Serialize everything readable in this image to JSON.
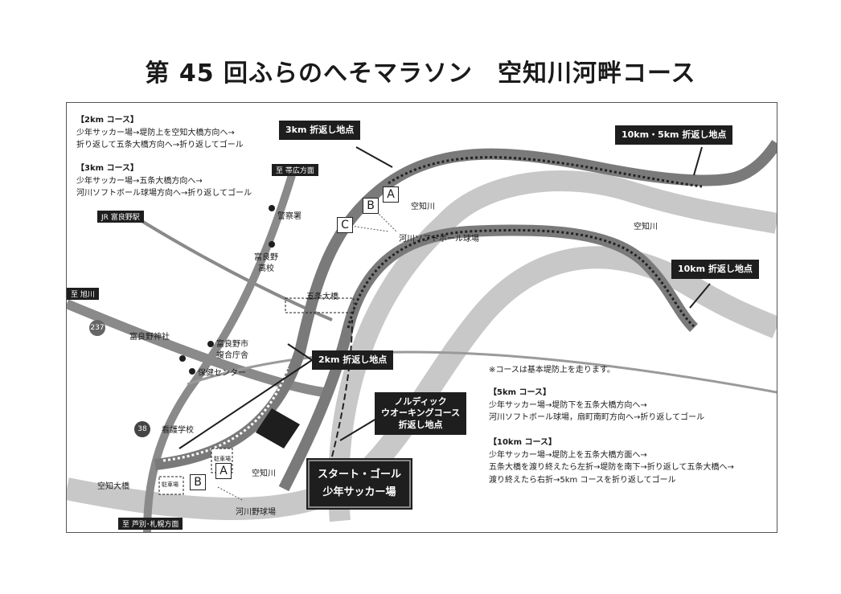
{
  "title": "第 45 回ふらのへそマラソン　空知川河畔コース",
  "courses": {
    "km2": {
      "heading": "【2km コース】",
      "lines": [
        "少年サッカー場→堤防上を空知大橋方向へ→",
        "折り返して五条大橋方向へ→折り返してゴール"
      ]
    },
    "km3": {
      "heading": "【3km コース】",
      "lines": [
        "少年サッカー場→五条大橋方向へ→",
        "河川ソフトボール球場方向へ→折り返してゴール"
      ]
    },
    "note": "※コースは基本堤防上を走ります。",
    "km5": {
      "heading": "【5km コース】",
      "lines": [
        "少年サッカー場→堤防下を五条大橋方向へ→",
        "河川ソフトボール球場，扇町南町方向へ→折り返してゴール"
      ]
    },
    "km10": {
      "heading": "【10km コース】",
      "lines": [
        "少年サッカー場→堤防上を五条大橋方面へ→",
        "五条大橋を渡り終えたら左折→堤防を南下→折り返して五条大橋へ→",
        "渡り終えたら右折→5km コースを折り返してゴール"
      ]
    }
  },
  "callouts": {
    "turn3": "3km 折返し地点",
    "turn10_5": "10km・5km 折返し地点",
    "turn10": "10km 折返し地点",
    "turn2": "2km 折返し地点",
    "nordic": [
      "ノルディック",
      "ウオーキングコース",
      "折返し地点"
    ],
    "start": [
      "スタート・ゴール",
      "少年サッカー場"
    ]
  },
  "directions": {
    "obihiro": "至 帯広方面",
    "asahikawa": "至 旭川",
    "ashibetsu": "至 芦別･札幌方面",
    "jr": "JR 富良野駅"
  },
  "places": {
    "police": "警察署",
    "school": [
      "富良野",
      "高校"
    ],
    "shrine": "富良野神社",
    "cityhall": [
      "富良野市",
      "複合庁舎"
    ],
    "health": "保健センター",
    "nursing": "看護学校",
    "softball": "河川ソフトボール球場",
    "baseball": "河川野球場",
    "river1": "空知川",
    "river2": "空知川",
    "river3": "空知川",
    "bridge_gojo": "五条大橋",
    "bridge_sorachi": "空知大橋",
    "parking": "駐車場"
  },
  "routes": {
    "r237": "237",
    "r38": "38"
  },
  "markers": {
    "a": "A",
    "b": "B",
    "c": "C"
  },
  "colors": {
    "road": "#7a7a7a",
    "river": "#c8c8c8",
    "dark": "#1e1e1e",
    "course": "#ffffff"
  }
}
